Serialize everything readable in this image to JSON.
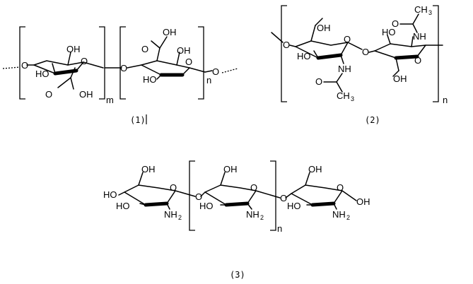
{
  "captions": {
    "c1": "(1)",
    "c2": "(2)",
    "c3": "(3)"
  },
  "atoms": {
    "O": "O",
    "OH": "OH",
    "HO": "HO",
    "NH": "NH",
    "NH2": "NH",
    "two": "2",
    "CH3": "CH",
    "three": "3",
    "m": "m",
    "n": "n"
  }
}
